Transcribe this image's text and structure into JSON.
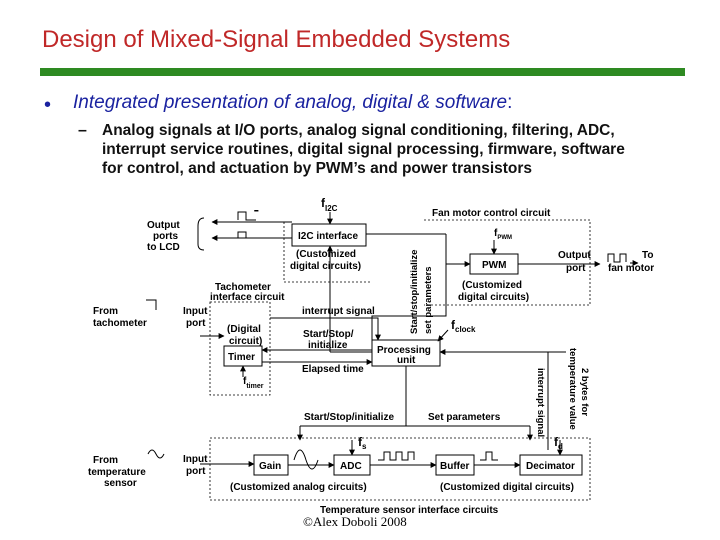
{
  "header": {
    "title": "Design of Mixed-Signal Embedded Systems"
  },
  "bullet": {
    "text": "Integrated presentation of analog, digital & software",
    "punct": ":",
    "sub_lines": [
      "Analog signals at I/O ports, analog signal conditioning, filtering, ADC,",
      "interrupt service routines, digital signal processing, firmware, software",
      "for control, and actuation by PWM’s and power transistors"
    ]
  },
  "diagram": {
    "output_ports": [
      "Output",
      "ports",
      "to LCD"
    ],
    "f_i2c": [
      "f",
      "I2C"
    ],
    "i2c_box": "I2C interface",
    "customized_digital_1": [
      "(Customized",
      "digital circuits)"
    ],
    "vertical_init": [
      "Start/stop/initialize",
      "set parameters"
    ],
    "fan_title": "Fan motor control circuit",
    "f_pwm": [
      "f",
      "PWM"
    ],
    "pwm_box": "PWM",
    "customized_digital_2": [
      "(Customized",
      "digital circuits)"
    ],
    "output_port": [
      "Output",
      "port"
    ],
    "to_fan": [
      "To",
      "fan motor"
    ],
    "from_tacho": [
      "From",
      "tachometer"
    ],
    "input_port_1": [
      "Input",
      "port"
    ],
    "tacho_title": [
      "Tachometer",
      "interface circuit"
    ],
    "interrupt_signal": "interrupt signal",
    "digital_circuit": [
      "(Digital",
      "circuit)"
    ],
    "start_stop_init": [
      "Start/Stop/",
      "initialize"
    ],
    "f_clock": [
      "f",
      "clock"
    ],
    "timer_box": "Timer",
    "processing_box": [
      "Processing",
      "unit"
    ],
    "f_timer": [
      "f",
      "timer"
    ],
    "elapsed_time": "Elapsed time",
    "bytes_temp": [
      "2 bytes for",
      "temperature value"
    ],
    "interrupt_vertical": "interrupt signal",
    "start_stop_init_2": "Start/Stop/initialize",
    "set_parameters": "Set parameters",
    "from_temp": [
      "From",
      "temperature",
      "sensor"
    ],
    "input_port_2": [
      "Input",
      "port"
    ],
    "f_s": [
      "f",
      "s"
    ],
    "f_d": [
      "f",
      "d"
    ],
    "gain_box": "Gain",
    "adc_box": "ADC",
    "buffer_box": "Buffer",
    "decimator_box": "Decimator",
    "customized_analog": "(Customized analog circuits)",
    "customized_digital_3": "(Customized  digital circuits)",
    "temp_title": "Temperature sensor interface circuits"
  },
  "footer": {
    "copyright": "©Alex Doboli 2008"
  }
}
